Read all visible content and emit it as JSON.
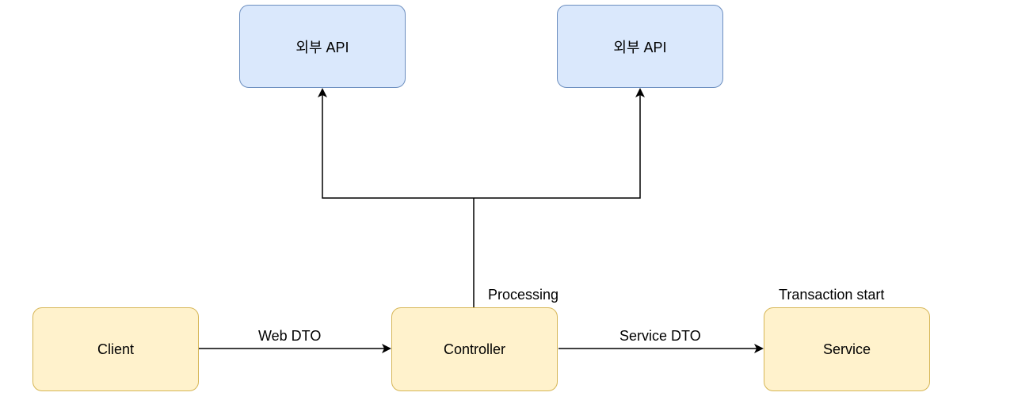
{
  "nodes": {
    "external_api_left": "외부 API",
    "external_api_right": "외부 API",
    "client": "Client",
    "controller": "Controller",
    "service": "Service"
  },
  "edge_labels": {
    "web_dto": "Web DTO",
    "service_dto": "Service DTO",
    "processing": "Processing",
    "transaction_start": "Transaction start"
  },
  "colors": {
    "api_fill": "#dae8fc",
    "api_stroke": "#6c8ebf",
    "node_fill": "#fff2cc",
    "node_stroke": "#d6b656",
    "edge": "#000000"
  }
}
